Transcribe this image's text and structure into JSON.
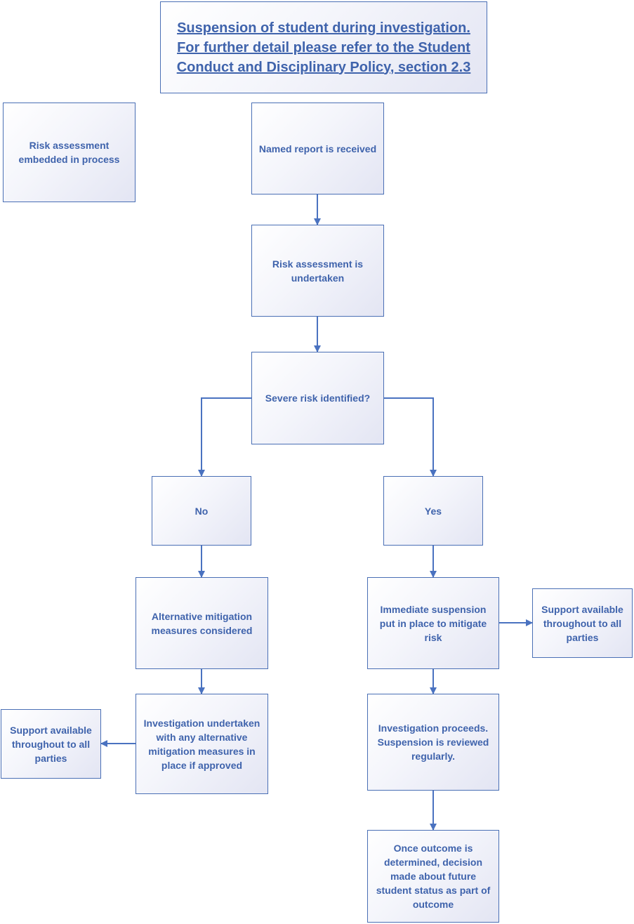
{
  "title": "Suspension of student during investigation.\nFor further detail please refer to the Student\nConduct and Disciplinary Policy, section 2.3",
  "side_note": "Risk assessment\nembedded in process",
  "steps": {
    "named_report": "Named report is received",
    "risk_assessment": "Risk assessment is\nundertaken",
    "severe_risk_question": "Severe risk identified?",
    "no": "No",
    "yes": "Yes",
    "alternative_mitigation": "Alternative mitigation\nmeasures considered",
    "investigation_undertaken": "Investigation undertaken\nwith any alternative\nmitigation measures in\nplace if approved",
    "immediate_suspension": "Immediate suspension\nput in place to mitigate\nrisk",
    "investigation_proceeds": "Investigation proceeds.\nSuspension is reviewed\nregularly.",
    "outcome_decision": "Once outcome is\ndetermined, decision\nmade about future\nstudent status as part of\noutcome",
    "support_left": "Support available\nthroughout to all\nparties",
    "support_right": "Support available\nthroughout to all\nparties"
  },
  "colors": {
    "accent": "#3f63ac",
    "border": "#4a6fb5",
    "connector": "#4a72c0"
  }
}
